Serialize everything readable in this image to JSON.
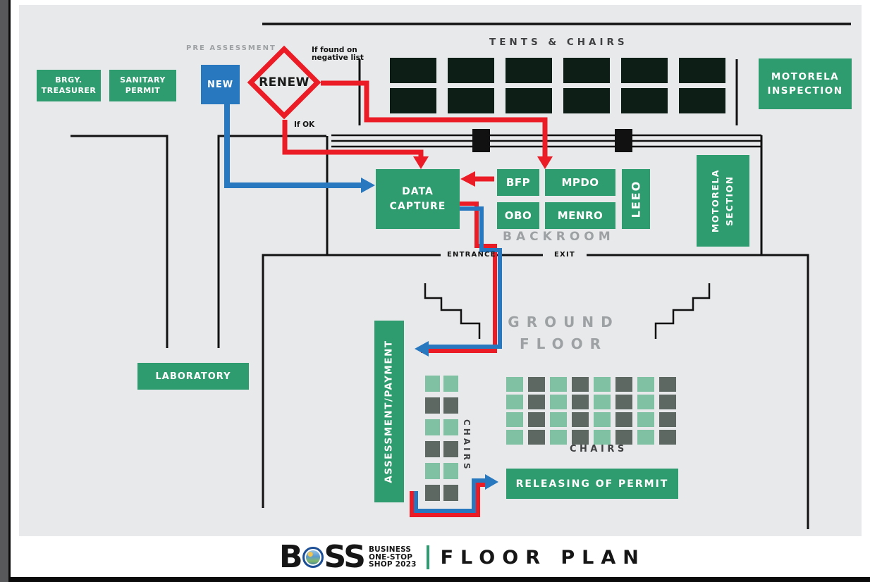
{
  "colors": {
    "green": "#2e9c6e",
    "blue": "#2878bf",
    "red": "#ec1c26",
    "tent": "#0d1e17",
    "chair_light": "#80c0a3",
    "chair_dark": "#5d6862",
    "label_gray": "#9ea1a4",
    "label_dark": "#3f4143",
    "canvas": "#e8e9ea"
  },
  "rooms": {
    "brgy_treasurer": "BRGY.\nTREASURER",
    "sanitary_permit": "SANITARY\nPERMIT",
    "motorela_inspection": "MOTORELA\nINSPECTION",
    "data_capture": "DATA\nCAPTURE",
    "bfp": "BFP",
    "mpdo": "MPDO",
    "obo": "OBO",
    "menro": "MENRO",
    "leeo": "LEEO",
    "motorela_section": "MOTORELA\nSECTION",
    "laboratory": "LABORATORY",
    "assessment_payment": "ASSESSMENT/PAYMENT",
    "releasing_of_permit": "RELEASING OF PERMIT"
  },
  "flow": {
    "pre_assessment": "PRE ASSESSMENT",
    "new": "NEW",
    "renew": "RENEW",
    "if_found": "If found on\nnegative list",
    "if_ok": "If OK"
  },
  "areas": {
    "tents_chairs": "TENTS & CHAIRS",
    "backroom": "BACKROOM",
    "entrance": "ENTRANCE",
    "exit": "EXIT",
    "ground_floor": "GROUND\nFLOOR",
    "chairs_left": "CHAIRS",
    "chairs_main": "CHAIRS"
  },
  "grids": {
    "tents": {
      "rows": 2,
      "cols": 6
    },
    "chairs_left": {
      "rows": 6,
      "cols": 2
    },
    "chairs_main": {
      "rows": 4,
      "cols": 8
    }
  },
  "footer": {
    "logo_b": "B",
    "logo_ss": "SS",
    "logo_lines": [
      "BUSINESS",
      "ONE-STOP",
      "SHOP 2023"
    ],
    "title": "FLOOR PLAN"
  }
}
